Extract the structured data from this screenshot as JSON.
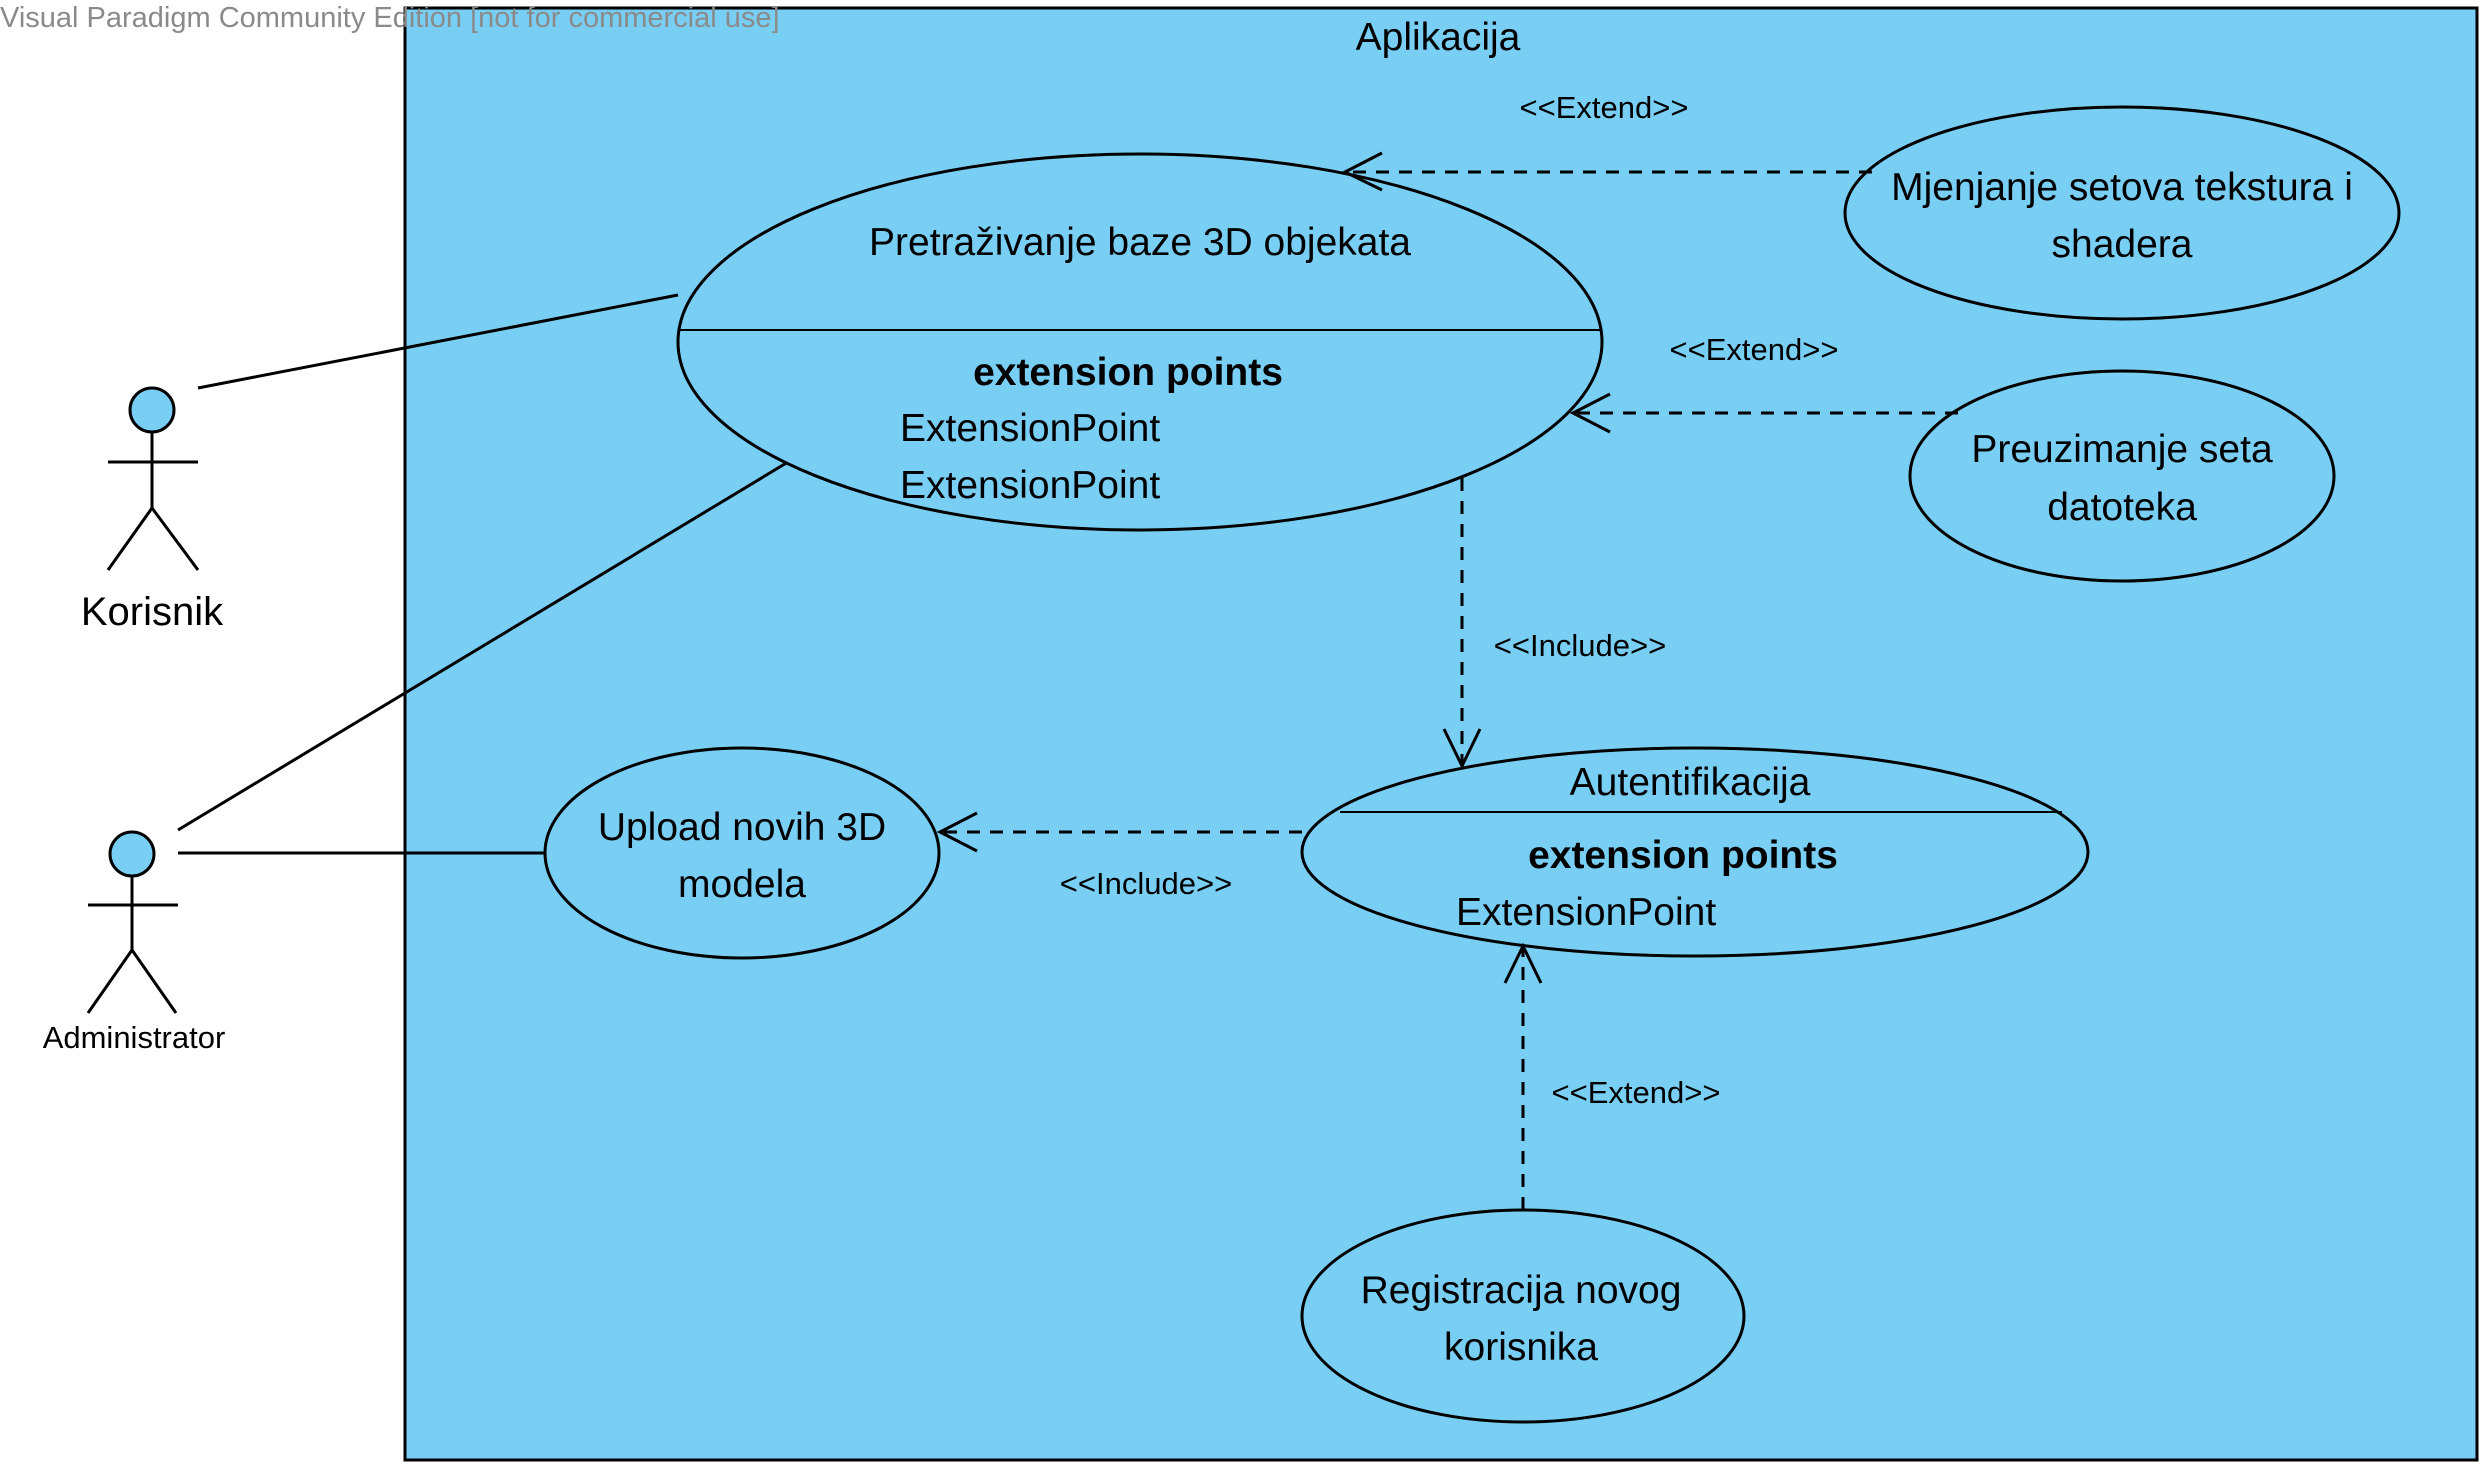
{
  "watermark": "Visual Paradigm Community Edition [not for commercial use]",
  "colors": {
    "fill": "#79CEF4",
    "stroke": "#000000",
    "watermark": "#8a8a8a"
  },
  "system": {
    "title": "Aplikacija"
  },
  "actors": {
    "korisnik": "Korisnik",
    "administrator": "Administrator"
  },
  "use_cases": {
    "pretrazivanje": {
      "title": "Pretraživanje baze 3D objekata",
      "ext_header": "extension points",
      "ext_points": [
        "ExtensionPoint",
        "ExtensionPoint"
      ]
    },
    "mjenjanje": {
      "line1": "Mjenjanje setova tekstura i",
      "line2": "shadera"
    },
    "preuzimanje": {
      "line1": "Preuzimanje seta",
      "line2": "datoteka"
    },
    "upload": {
      "line1": "Upload novih 3D",
      "line2": "modela"
    },
    "autentifikacija": {
      "title": "Autentifikacija",
      "ext_header": "extension points",
      "ext_points": [
        "ExtensionPoint"
      ]
    },
    "registracija": {
      "line1": "Registracija novog",
      "line2": "korisnika"
    }
  },
  "relationships": {
    "extend_mjenjanje": "<<Extend>>",
    "extend_preuzimanje": "<<Extend>>",
    "include_auth": "<<Include>>",
    "include_upload": "<<Include>>",
    "extend_registracija": "<<Extend>>"
  }
}
